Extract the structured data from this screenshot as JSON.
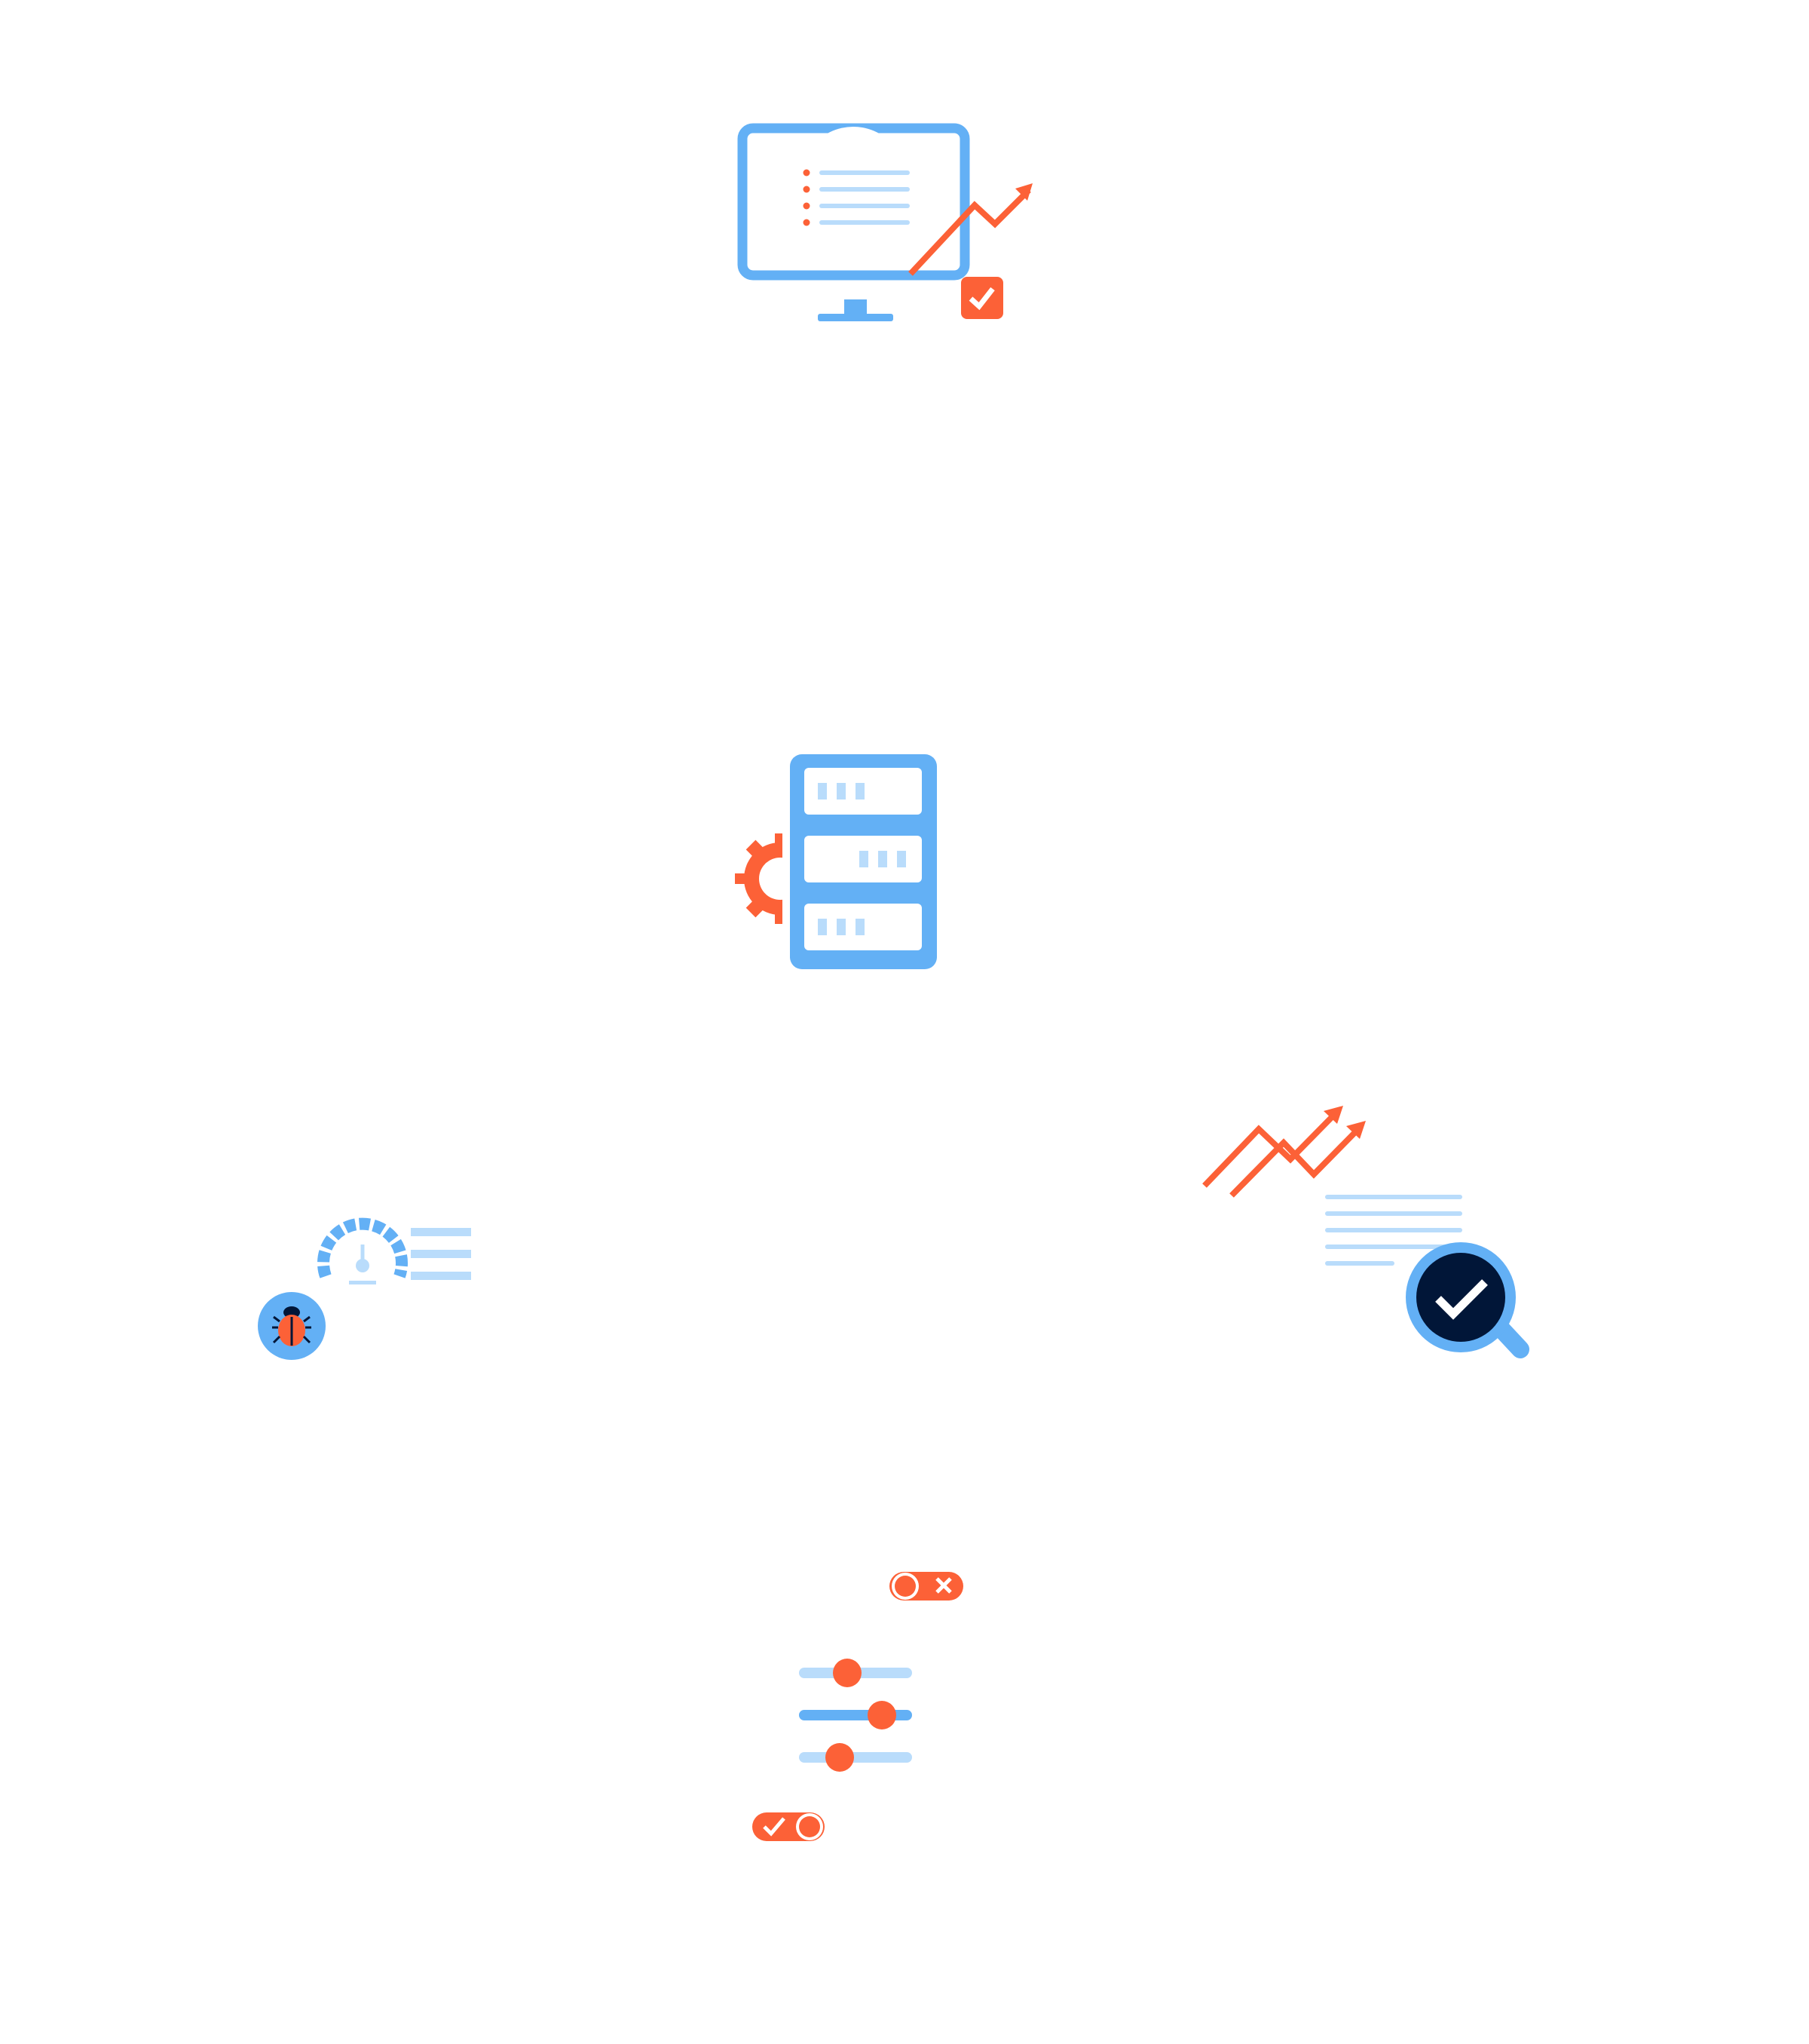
{
  "colors": {
    "primary_blue": "#63b0f5",
    "light_blue": "#b9dcfb",
    "orange": "#fc6137",
    "navy": "#011638",
    "white": "#ffffff"
  },
  "illustrations": [
    {
      "id": "monitor-analytics",
      "icons": [
        "monitor-icon",
        "checklist-icon",
        "trend-arrow-icon",
        "checkbox-icon"
      ]
    },
    {
      "id": "server-config",
      "icons": [
        "server-rack-icon",
        "gear-icon"
      ]
    },
    {
      "id": "performance-debug",
      "icons": [
        "speedometer-icon",
        "list-lines-icon",
        "bug-icon"
      ]
    },
    {
      "id": "analysis-verify",
      "icons": [
        "double-trend-arrow-icon",
        "document-lines-icon",
        "magnifier-check-icon"
      ]
    },
    {
      "id": "settings-controls",
      "icons": [
        "toggle-off-icon",
        "sliders-icon",
        "toggle-on-icon"
      ]
    }
  ]
}
